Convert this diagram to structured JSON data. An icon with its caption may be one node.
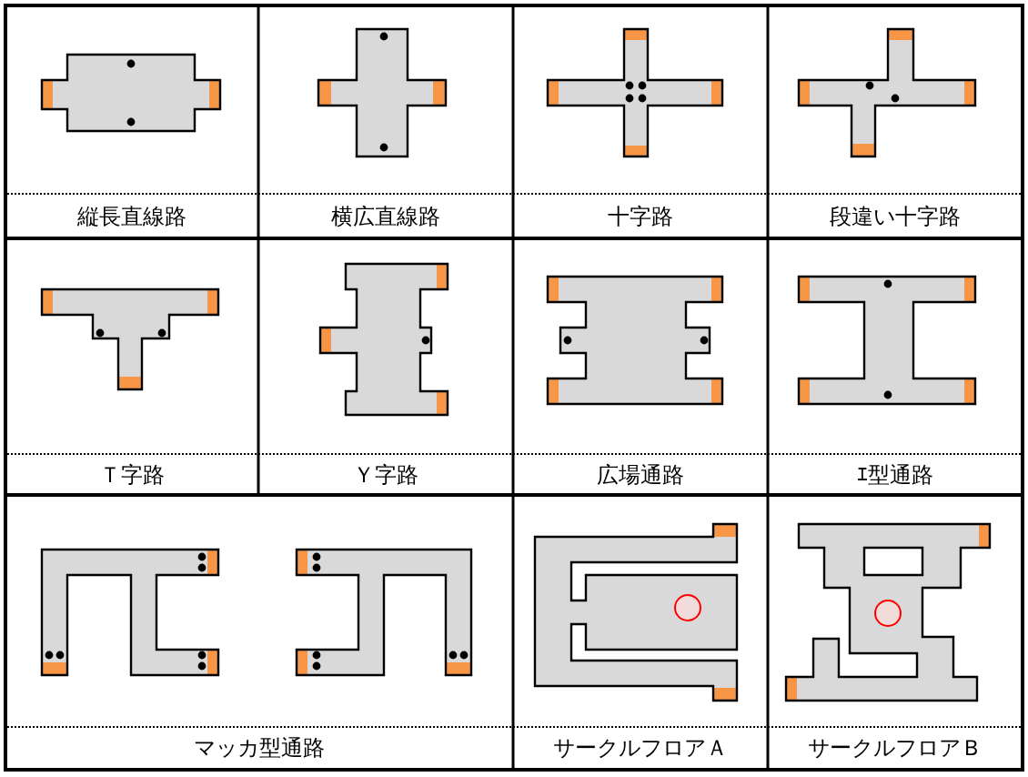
{
  "diagram": {
    "labels": [
      "縦長直線路",
      "横広直線路",
      "十字路",
      "段違い十字路",
      "Ｔ字路",
      "Ｙ字路",
      "広場通路",
      "ｴ型通路",
      "マッカ型通路",
      "サークルフロアＡ",
      "サークルフロアＢ"
    ]
  }
}
